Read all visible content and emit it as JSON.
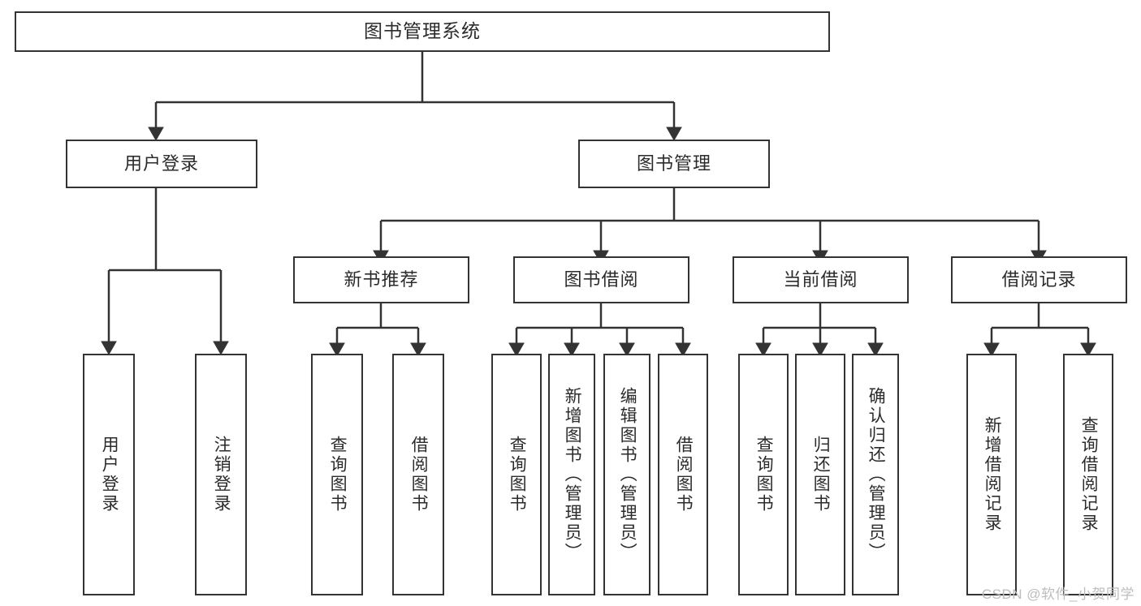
{
  "diagram": {
    "title": "图书管理系统",
    "type": "tree",
    "orientation": "top-down",
    "colors": {
      "box_border": "#333333",
      "box_fill": "#ffffff",
      "text": "#2b2b2b",
      "edge": "#333333",
      "watermark": "#bdbdbd"
    },
    "root": {
      "label": "图书管理系统"
    },
    "level2": [
      {
        "label": "用户登录"
      },
      {
        "label": "图书管理"
      }
    ],
    "level3": [
      {
        "label": "新书推荐"
      },
      {
        "label": "图书借阅"
      },
      {
        "label": "当前借阅"
      },
      {
        "label": "借阅记录"
      }
    ],
    "leaves": {
      "user_login": [
        {
          "label": "用户登录"
        },
        {
          "label": "注销登录"
        }
      ],
      "new_book_recommend": [
        {
          "label": "查询图书"
        },
        {
          "label": "借阅图书"
        }
      ],
      "book_borrow": [
        {
          "label": "查询图书"
        },
        {
          "label": "新增图书（管理员）"
        },
        {
          "label": "编辑图书（管理员）"
        },
        {
          "label": "借阅图书"
        }
      ],
      "current_borrow": [
        {
          "label": "查询图书"
        },
        {
          "label": "归还图书"
        },
        {
          "label": "确认归还（管理员）"
        }
      ],
      "borrow_record": [
        {
          "label": "新增借阅记录"
        },
        {
          "label": "查询借阅记录"
        }
      ]
    }
  },
  "watermark": {
    "text": "CSDN @软件_小贺同学"
  }
}
